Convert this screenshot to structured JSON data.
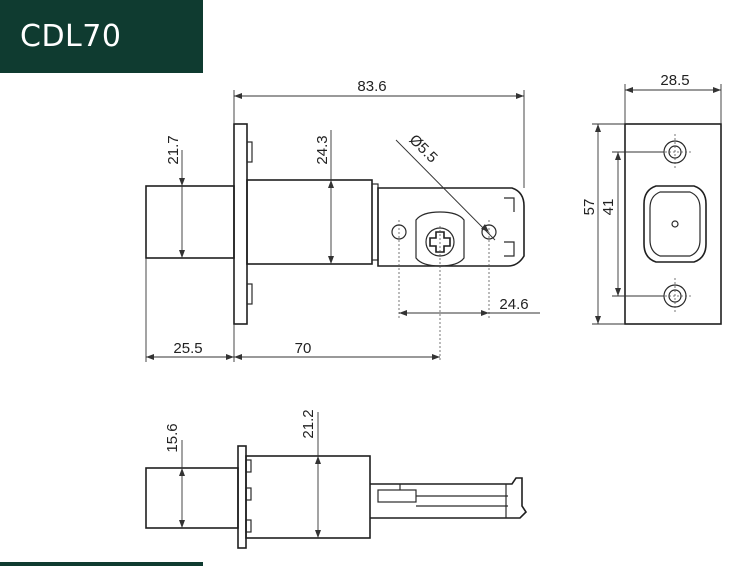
{
  "title": "CDL70",
  "dimensions": {
    "overall_length": "83.6",
    "faceplate_width": "28.5",
    "faceplate_height": "57",
    "screw_spacing": "41",
    "bolt_height_front": "21.7",
    "housing_height_front": "24.3",
    "hole_diameter": "Ø5.5",
    "hole_distance": "24.6",
    "bolt_projection": "25.5",
    "backset": "70",
    "bolt_height_side": "15.6",
    "housing_height_side": "21.2"
  },
  "colors": {
    "banner": "#0f3b30",
    "line": "#2a2a2a"
  }
}
